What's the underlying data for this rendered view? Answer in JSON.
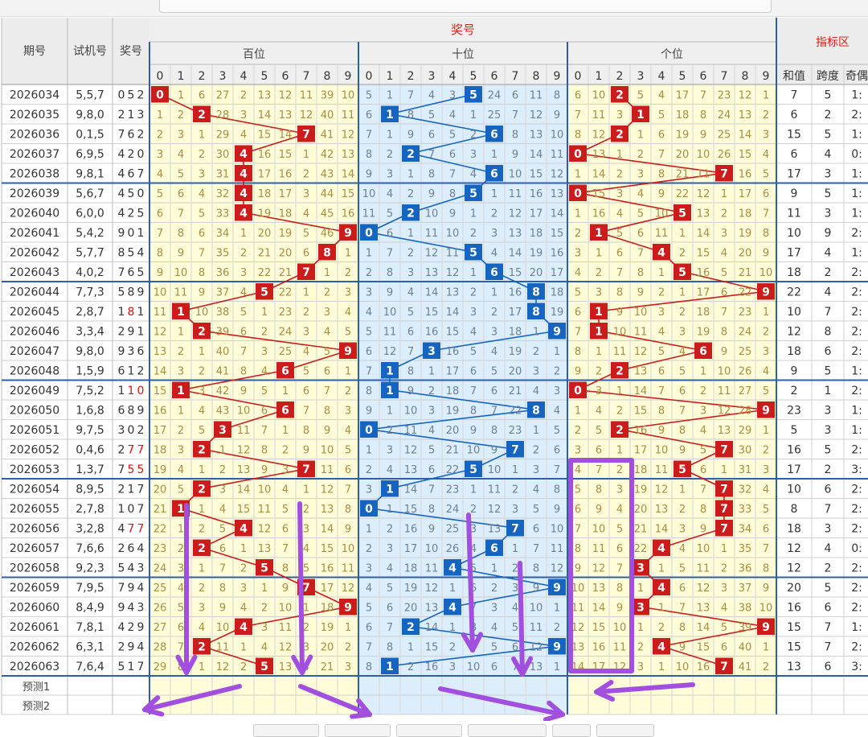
{
  "header": {
    "title": "奖号",
    "index_area": "指标区",
    "col_period": "期号",
    "col_trial": "试机号",
    "col_award": "奖号",
    "hundreds": "百位",
    "tens": "十位",
    "units": "个位",
    "sum": "和值",
    "span": "跨度",
    "odd_even": "奇偶"
  },
  "digits": [
    "0",
    "1",
    "2",
    "3",
    "4",
    "5",
    "6",
    "7",
    "8",
    "9"
  ],
  "predict_labels": [
    "预测1",
    "预测2"
  ],
  "colors": {
    "red": "#cc1b1b",
    "blue": "#1565c0",
    "purple": "#a24fe0",
    "header_red": "#e0201e",
    "yellow_bg": "#fffcd8",
    "blue_bg": "#dceefb"
  },
  "rows": [
    {
      "period": "2026034",
      "trial": "5,5,7",
      "award": "052",
      "red": "",
      "h": [
        0,
        1,
        6,
        27,
        2,
        13,
        12,
        11,
        39,
        10
      ],
      "t": [
        5,
        1,
        7,
        4,
        3,
        5,
        24,
        6,
        11,
        8
      ],
      "u": [
        6,
        10,
        2,
        5,
        4,
        17,
        7,
        23,
        12,
        1
      ],
      "sum": "7",
      "span": "5",
      "oe": "1:"
    },
    {
      "period": "2026035",
      "trial": "9,8,0",
      "award": "213",
      "red": "",
      "h": [
        1,
        2,
        2,
        28,
        3,
        14,
        13,
        12,
        40,
        11
      ],
      "t": [
        6,
        1,
        8,
        5,
        4,
        1,
        25,
        7,
        12,
        9
      ],
      "u": [
        7,
        11,
        3,
        1,
        5,
        18,
        8,
        24,
        13,
        2
      ],
      "sum": "6",
      "span": "2",
      "oe": "2:"
    },
    {
      "period": "2026036",
      "trial": "0,1,5",
      "award": "762",
      "red": "",
      "h": [
        2,
        3,
        1,
        29,
        4,
        15,
        14,
        7,
        41,
        12
      ],
      "t": [
        7,
        1,
        9,
        6,
        5,
        2,
        6,
        8,
        13,
        10
      ],
      "u": [
        8,
        12,
        2,
        1,
        6,
        19,
        9,
        25,
        14,
        3
      ],
      "sum": "15",
      "span": "5",
      "oe": "1:"
    },
    {
      "period": "2026037",
      "trial": "6,9,5",
      "award": "420",
      "red": "",
      "h": [
        3,
        4,
        2,
        30,
        4,
        16,
        15,
        1,
        42,
        13
      ],
      "t": [
        8,
        2,
        2,
        7,
        6,
        3,
        1,
        9,
        14,
        11
      ],
      "u": [
        0,
        13,
        1,
        2,
        7,
        20,
        10,
        26,
        15,
        4
      ],
      "sum": "6",
      "span": "4",
      "oe": "0:"
    },
    {
      "period": "2026038",
      "trial": "9,8,1",
      "award": "467",
      "red": "",
      "h": [
        4,
        5,
        3,
        31,
        4,
        17,
        16,
        2,
        43,
        14
      ],
      "t": [
        9,
        3,
        1,
        8,
        7,
        4,
        6,
        10,
        15,
        12
      ],
      "u": [
        1,
        14,
        2,
        3,
        8,
        21,
        11,
        7,
        16,
        5
      ],
      "sum": "17",
      "span": "3",
      "oe": "1:"
    },
    {
      "period": "2026039",
      "trial": "5,6,7",
      "award": "450",
      "red": "",
      "h": [
        5,
        6,
        4,
        32,
        4,
        18,
        17,
        3,
        44,
        15
      ],
      "t": [
        10,
        4,
        2,
        9,
        8,
        5,
        1,
        11,
        16,
        13
      ],
      "u": [
        0,
        15,
        3,
        4,
        9,
        22,
        12,
        1,
        17,
        6
      ],
      "sum": "9",
      "span": "5",
      "oe": "1:"
    },
    {
      "period": "2026040",
      "trial": "6,0,0",
      "award": "425",
      "red": "",
      "h": [
        6,
        7,
        5,
        33,
        4,
        19,
        18,
        4,
        45,
        16
      ],
      "t": [
        11,
        5,
        2,
        10,
        9,
        1,
        2,
        12,
        17,
        14
      ],
      "u": [
        1,
        16,
        4,
        5,
        10,
        5,
        13,
        2,
        18,
        7
      ],
      "sum": "11",
      "span": "3",
      "oe": "1:"
    },
    {
      "period": "2026041",
      "trial": "5,4,2",
      "award": "901",
      "red": "",
      "h": [
        7,
        8,
        6,
        34,
        1,
        20,
        19,
        5,
        46,
        9
      ],
      "t": [
        0,
        6,
        1,
        11,
        10,
        2,
        3,
        13,
        18,
        15
      ],
      "u": [
        2,
        1,
        5,
        6,
        11,
        1,
        14,
        3,
        19,
        8
      ],
      "sum": "10",
      "span": "9",
      "oe": "2:"
    },
    {
      "period": "2026042",
      "trial": "5,7,7",
      "award": "854",
      "red": "",
      "h": [
        8,
        9,
        7,
        35,
        2,
        21,
        20,
        6,
        8,
        1
      ],
      "t": [
        1,
        7,
        2,
        12,
        11,
        5,
        4,
        14,
        19,
        16
      ],
      "u": [
        3,
        1,
        6,
        7,
        4,
        2,
        15,
        4,
        20,
        9
      ],
      "sum": "17",
      "span": "4",
      "oe": "1:"
    },
    {
      "period": "2026043",
      "trial": "4,0,2",
      "award": "765",
      "red": "",
      "h": [
        9,
        10,
        8,
        36,
        3,
        22,
        21,
        7,
        1,
        2
      ],
      "t": [
        2,
        8,
        3,
        13,
        12,
        1,
        6,
        15,
        20,
        17
      ],
      "u": [
        4,
        2,
        7,
        8,
        1,
        5,
        16,
        5,
        21,
        10
      ],
      "sum": "18",
      "span": "2",
      "oe": "2:"
    },
    {
      "period": "2026044",
      "trial": "7,7,3",
      "award": "589",
      "red": "",
      "h": [
        10,
        11,
        9,
        37,
        4,
        5,
        22,
        1,
        2,
        3
      ],
      "t": [
        3,
        9,
        4,
        14,
        13,
        2,
        1,
        16,
        8,
        18
      ],
      "u": [
        5,
        3,
        8,
        9,
        2,
        1,
        17,
        6,
        22,
        9
      ],
      "sum": "22",
      "span": "4",
      "oe": "2:"
    },
    {
      "period": "2026045",
      "trial": "2,8,7",
      "award": "181",
      "red": "1,3",
      "h": [
        11,
        1,
        10,
        38,
        5,
        1,
        23,
        2,
        3,
        4
      ],
      "t": [
        4,
        10,
        5,
        15,
        14,
        3,
        2,
        17,
        8,
        19
      ],
      "u": [
        6,
        1,
        9,
        10,
        3,
        2,
        18,
        7,
        23,
        1
      ],
      "sum": "10",
      "span": "7",
      "oe": "2:"
    },
    {
      "period": "2026046",
      "trial": "3,3,4",
      "award": "291",
      "red": "",
      "h": [
        12,
        1,
        2,
        39,
        6,
        2,
        24,
        3,
        4,
        5
      ],
      "t": [
        5,
        11,
        6,
        16,
        15,
        4,
        3,
        18,
        1,
        9
      ],
      "u": [
        7,
        1,
        10,
        11,
        4,
        3,
        19,
        8,
        24,
        2
      ],
      "sum": "12",
      "span": "8",
      "oe": "2:"
    },
    {
      "period": "2026047",
      "trial": "9,8,0",
      "award": "936",
      "red": "",
      "h": [
        13,
        2,
        1,
        40,
        7,
        3,
        25,
        4,
        5,
        9
      ],
      "t": [
        6,
        12,
        7,
        3,
        16,
        5,
        4,
        19,
        2,
        1
      ],
      "u": [
        8,
        1,
        11,
        12,
        5,
        4,
        6,
        9,
        25,
        3
      ],
      "sum": "18",
      "span": "6",
      "oe": "2:"
    },
    {
      "period": "2026048",
      "trial": "1,5,9",
      "award": "612",
      "red": "",
      "h": [
        14,
        3,
        2,
        41,
        8,
        4,
        6,
        5,
        6,
        1
      ],
      "t": [
        7,
        1,
        8,
        1,
        17,
        6,
        5,
        20,
        3,
        2
      ],
      "u": [
        9,
        2,
        2,
        13,
        6,
        5,
        1,
        10,
        26,
        4
      ],
      "sum": "9",
      "span": "5",
      "oe": "1:"
    },
    {
      "period": "2026049",
      "trial": "7,5,2",
      "award": "110",
      "red": "1,2",
      "h": [
        15,
        1,
        3,
        42,
        9,
        5,
        1,
        6,
        7,
        2
      ],
      "t": [
        8,
        1,
        9,
        2,
        18,
        7,
        6,
        21,
        4,
        3
      ],
      "u": [
        0,
        3,
        1,
        14,
        7,
        6,
        2,
        11,
        27,
        5
      ],
      "sum": "2",
      "span": "1",
      "oe": "2:"
    },
    {
      "period": "2026050",
      "trial": "1,6,8",
      "award": "689",
      "red": "",
      "h": [
        16,
        1,
        4,
        43,
        10,
        6,
        6,
        7,
        8,
        3
      ],
      "t": [
        9,
        1,
        10,
        3,
        19,
        8,
        7,
        22,
        8,
        4
      ],
      "u": [
        1,
        4,
        2,
        15,
        8,
        7,
        3,
        12,
        28,
        9
      ],
      "sum": "23",
      "span": "3",
      "oe": "1:"
    },
    {
      "period": "2026051",
      "trial": "9,7,5",
      "award": "302",
      "red": "",
      "h": [
        17,
        2,
        5,
        3,
        11,
        7,
        1,
        8,
        9,
        4
      ],
      "t": [
        0,
        2,
        11,
        4,
        20,
        9,
        8,
        23,
        1,
        5
      ],
      "u": [
        2,
        5,
        2,
        16,
        9,
        8,
        4,
        13,
        29,
        1
      ],
      "sum": "5",
      "span": "3",
      "oe": "1:"
    },
    {
      "period": "2026052",
      "trial": "0,4,6",
      "award": "277",
      "red": "1,2",
      "h": [
        18,
        3,
        2,
        1,
        12,
        8,
        2,
        9,
        10,
        5
      ],
      "t": [
        1,
        3,
        12,
        5,
        21,
        10,
        9,
        7,
        2,
        6
      ],
      "u": [
        3,
        6,
        1,
        17,
        10,
        9,
        5,
        7,
        30,
        2
      ],
      "sum": "16",
      "span": "5",
      "oe": "2:"
    },
    {
      "period": "2026053",
      "trial": "1,3,7",
      "award": "755",
      "red": "1,2",
      "h": [
        19,
        4,
        1,
        2,
        13,
        9,
        3,
        7,
        11,
        6
      ],
      "t": [
        2,
        4,
        13,
        6,
        22,
        5,
        10,
        1,
        3,
        7
      ],
      "u": [
        4,
        7,
        2,
        18,
        11,
        5,
        6,
        1,
        31,
        3
      ],
      "sum": "17",
      "span": "2",
      "oe": "3:"
    },
    {
      "period": "2026054",
      "trial": "8,9,5",
      "award": "217",
      "red": "",
      "h": [
        20,
        5,
        2,
        3,
        14,
        10,
        4,
        1,
        12,
        7
      ],
      "t": [
        3,
        1,
        14,
        7,
        23,
        1,
        11,
        2,
        4,
        8
      ],
      "u": [
        5,
        8,
        3,
        19,
        12,
        1,
        7,
        7,
        32,
        4
      ],
      "sum": "10",
      "span": "6",
      "oe": "2:"
    },
    {
      "period": "2026055",
      "trial": "2,7,8",
      "award": "107",
      "red": "",
      "h": [
        21,
        1,
        1,
        4,
        15,
        11,
        5,
        2,
        13,
        8
      ],
      "t": [
        0,
        1,
        15,
        8,
        24,
        2,
        12,
        3,
        5,
        9
      ],
      "u": [
        6,
        9,
        4,
        20,
        13,
        2,
        8,
        7,
        33,
        5
      ],
      "sum": "8",
      "span": "7",
      "oe": "2:"
    },
    {
      "period": "2026056",
      "trial": "3,2,8",
      "award": "477",
      "red": "1,2",
      "h": [
        22,
        1,
        2,
        5,
        4,
        12,
        6,
        3,
        14,
        9
      ],
      "t": [
        1,
        2,
        16,
        9,
        25,
        3,
        13,
        7,
        6,
        10
      ],
      "u": [
        7,
        10,
        5,
        21,
        14,
        3,
        9,
        7,
        34,
        6
      ],
      "sum": "18",
      "span": "3",
      "oe": "2:"
    },
    {
      "period": "2026057",
      "trial": "7,6,6",
      "award": "264",
      "red": "",
      "h": [
        23,
        2,
        2,
        6,
        1,
        13,
        7,
        4,
        15,
        10
      ],
      "t": [
        2,
        3,
        17,
        10,
        26,
        4,
        6,
        1,
        7,
        11
      ],
      "u": [
        8,
        11,
        6,
        22,
        4,
        4,
        10,
        1,
        35,
        7
      ],
      "sum": "12",
      "span": "4",
      "oe": "0:"
    },
    {
      "period": "2026058",
      "trial": "9,2,3",
      "award": "543",
      "red": "",
      "h": [
        24,
        3,
        1,
        7,
        2,
        5,
        8,
        5,
        16,
        11
      ],
      "t": [
        3,
        4,
        18,
        11,
        4,
        5,
        1,
        2,
        8,
        12
      ],
      "u": [
        9,
        12,
        7,
        3,
        1,
        5,
        11,
        2,
        36,
        8
      ],
      "sum": "12",
      "span": "2",
      "oe": "2:"
    },
    {
      "period": "2026059",
      "trial": "7,9,5",
      "award": "794",
      "red": "",
      "h": [
        25,
        4,
        2,
        8,
        3,
        1,
        9,
        7,
        17,
        12
      ],
      "t": [
        4,
        5,
        19,
        12,
        1,
        6,
        2,
        3,
        9,
        9
      ],
      "u": [
        10,
        13,
        8,
        1,
        4,
        6,
        12,
        3,
        37,
        9
      ],
      "sum": "20",
      "span": "5",
      "oe": "2:"
    },
    {
      "period": "2026060",
      "trial": "8,4,9",
      "award": "943",
      "red": "",
      "h": [
        26,
        5,
        3,
        9,
        4,
        2,
        10,
        1,
        18,
        9
      ],
      "t": [
        5,
        6,
        20,
        13,
        4,
        7,
        3,
        4,
        10,
        1
      ],
      "u": [
        11,
        14,
        9,
        3,
        1,
        7,
        13,
        4,
        38,
        10
      ],
      "sum": "16",
      "span": "6",
      "oe": "2:"
    },
    {
      "period": "2026061",
      "trial": "7,8,1",
      "award": "429",
      "red": "",
      "h": [
        27,
        6,
        4,
        10,
        4,
        3,
        11,
        2,
        19,
        1
      ],
      "t": [
        6,
        7,
        2,
        14,
        1,
        8,
        4,
        5,
        11,
        2
      ],
      "u": [
        12,
        15,
        10,
        1,
        2,
        8,
        14,
        5,
        39,
        9
      ],
      "sum": "15",
      "span": "7",
      "oe": "1:"
    },
    {
      "period": "2026062",
      "trial": "6,3,1",
      "award": "294",
      "red": "",
      "h": [
        28,
        7,
        2,
        11,
        1,
        4,
        12,
        3,
        20,
        2
      ],
      "t": [
        7,
        8,
        1,
        15,
        2,
        9,
        5,
        6,
        12,
        9
      ],
      "u": [
        13,
        16,
        11,
        2,
        4,
        9,
        15,
        6,
        40,
        1
      ],
      "sum": "15",
      "span": "7",
      "oe": "2:"
    },
    {
      "period": "2026063",
      "trial": "7,6,4",
      "award": "517",
      "red": "",
      "h": [
        29,
        8,
        1,
        12,
        2,
        5,
        13,
        4,
        21,
        3
      ],
      "t": [
        8,
        1,
        2,
        16,
        3,
        10,
        6,
        7,
        13,
        1
      ],
      "u": [
        14,
        17,
        12,
        3,
        1,
        10,
        16,
        7,
        41,
        2
      ],
      "sum": "13",
      "span": "6",
      "oe": "3:"
    }
  ]
}
